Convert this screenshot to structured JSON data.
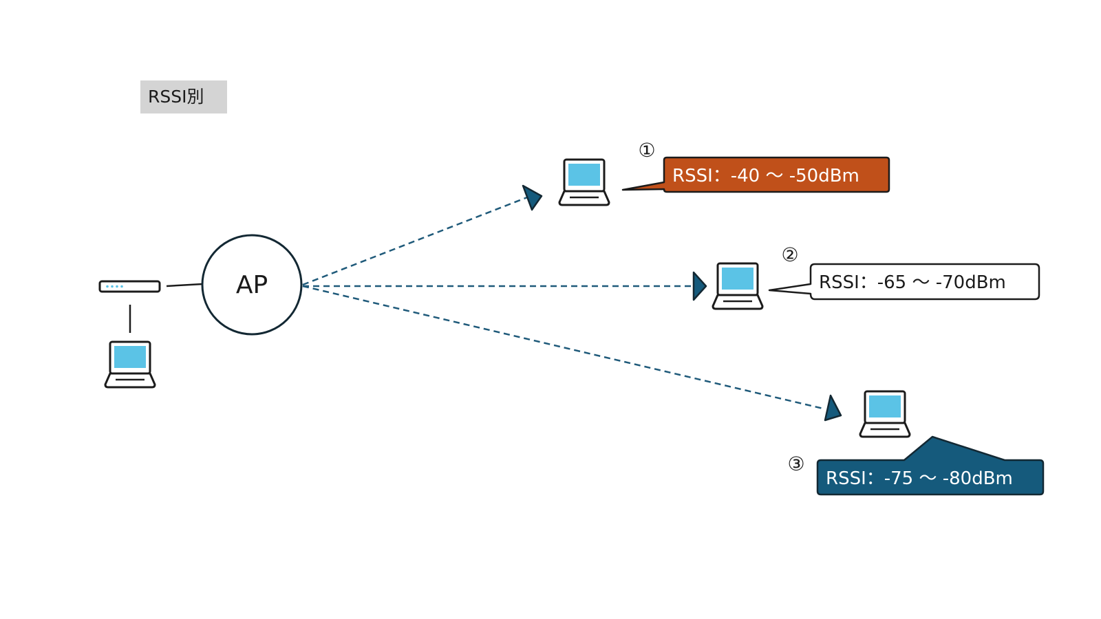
{
  "title": "RSSI別",
  "ap_label": "AP",
  "clients": [
    {
      "marker": "①",
      "rssi_label": "RSSI：-40 ～ -50dBm",
      "callout_fill": "#c0501a",
      "callout_text_color": "#ffffff"
    },
    {
      "marker": "②",
      "rssi_label": "RSSI：-65 ～ -70dBm",
      "callout_fill": "#ffffff",
      "callout_text_color": "#1a1a1a"
    },
    {
      "marker": "③",
      "rssi_label": "RSSI：-75 ～ -80dBm",
      "callout_fill": "#155a7c",
      "callout_text_color": "#ffffff"
    }
  ],
  "colors": {
    "signal_line": "#1f5a7a",
    "outline": "#132833",
    "screen": "#5bc3e6",
    "title_bg": "#d4d4d4"
  },
  "icons": [
    "switch-icon",
    "laptop-icon"
  ]
}
